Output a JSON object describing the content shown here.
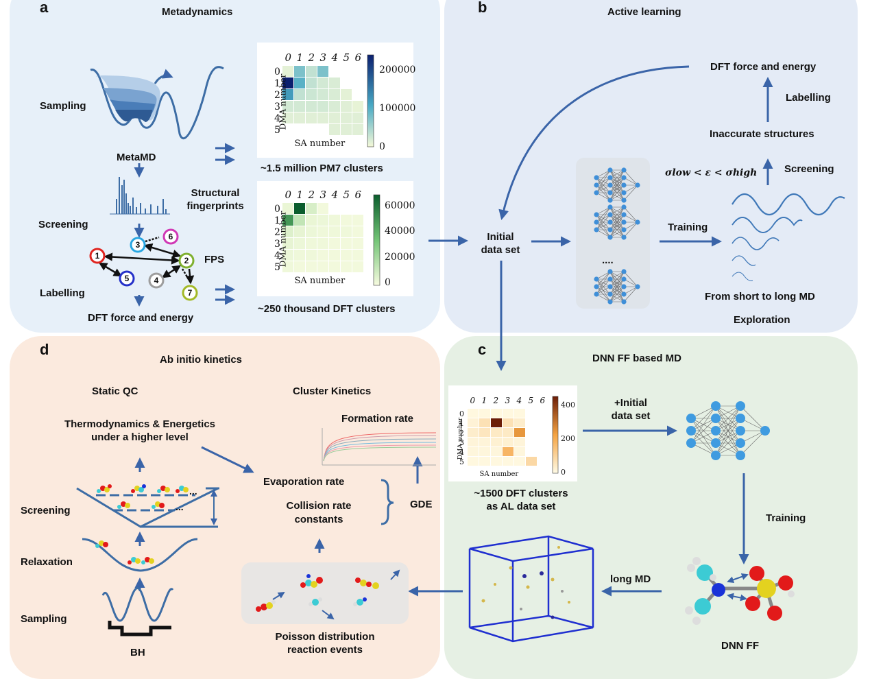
{
  "panel_a": {
    "letter": "a",
    "title": "Metadynamics",
    "sampling": "Sampling",
    "metamd": "MetaMD",
    "structural_fp_1": "Structural",
    "structural_fp_2": "fingerprints",
    "screening": "Screening",
    "fps": "FPS",
    "labelling": "Labelling",
    "dft_force": "DFT force and energy",
    "nodes": [
      "1",
      "2",
      "3",
      "4",
      "5",
      "6",
      "7"
    ],
    "pm7_caption": "~1.5 million PM7 clusters",
    "dft_caption": "~250 thousand DFT clusters"
  },
  "heatmap_pm7": {
    "col_labels": [
      "0",
      "1",
      "2",
      "3",
      "4",
      "5",
      "6"
    ],
    "row_labels": [
      "0",
      "1",
      "2",
      "3",
      "4",
      "5"
    ],
    "ylabel": "DMA number",
    "xlabel": "SA number",
    "colorbar_ticks": [
      "200000",
      "100000",
      "0"
    ],
    "colors": {
      "low": "#f5f9d8",
      "mid": "#48a9c4",
      "high": "#0b1f6e"
    }
  },
  "heatmap_dft": {
    "col_labels": [
      "0",
      "1",
      "2",
      "3",
      "4",
      "5",
      "6"
    ],
    "row_labels": [
      "0",
      "1",
      "2",
      "3",
      "4",
      "5"
    ],
    "ylabel": "DMA number",
    "xlabel": "SA number",
    "colorbar_ticks": [
      "60000",
      "40000",
      "20000",
      "0"
    ],
    "colors": {
      "low": "#f7fbe0",
      "mid": "#73c476",
      "high": "#0b5d2d"
    }
  },
  "heatmap_al": {
    "col_labels": [
      "0",
      "1",
      "2",
      "3",
      "4",
      "5",
      "6"
    ],
    "row_labels": [
      "0",
      "1",
      "2",
      "3",
      "4",
      "5"
    ],
    "ylabel": "DMA number",
    "xlabel": "SA number",
    "colorbar_ticks": [
      "400",
      "200",
      "0"
    ],
    "colors": {
      "low": "#fffbe6",
      "mid": "#f5a443",
      "high": "#6b1d07"
    }
  },
  "panel_b": {
    "letter": "b",
    "title": "Active learning",
    "dft_force": "DFT force and energy",
    "labelling": "Labelling",
    "inaccurate": "Inaccurate structures",
    "sigma_formula": "σlow < ε < σhigh",
    "screening": "Screening",
    "initial_1": "Initial",
    "initial_2": "data set",
    "training": "Training",
    "dots": "....",
    "short_long": "From short to long MD",
    "exploration": "Exploration"
  },
  "panel_c": {
    "letter": "c",
    "title": "DNN FF based MD",
    "plus_initial_1": "+Initial",
    "plus_initial_2": "data set",
    "al_caption_1": "~1500 DFT clusters",
    "al_caption_2": "as AL data set",
    "training": "Training",
    "long_md": "long MD",
    "dnn_ff": "DNN FF"
  },
  "panel_d": {
    "letter": "d",
    "title": "Ab initio kinetics",
    "static_qc": "Static QC",
    "cluster_kinetics": "Cluster Kinetics",
    "formation_rate": "Formation rate",
    "thermo_1": "Thermodynamics & Energetics",
    "thermo_2": "under a higher level",
    "evaporation": "Evaporation rate",
    "collision_1": "Collision rate",
    "collision_2": "constants",
    "gde": "GDE",
    "screening": "Screening",
    "relaxation": "Relaxation",
    "sampling": "Sampling",
    "bh": "BH",
    "poisson_1": "Poisson distribution",
    "poisson_2": "reaction events"
  },
  "colors": {
    "panel_a_bg": "#e7f0f9",
    "panel_b_bg": "#e4ebf6",
    "panel_c_bg": "#e6f0e4",
    "panel_d_bg": "#fbeade",
    "arrow": "#3a64a8",
    "curve": "#3d6da5"
  }
}
